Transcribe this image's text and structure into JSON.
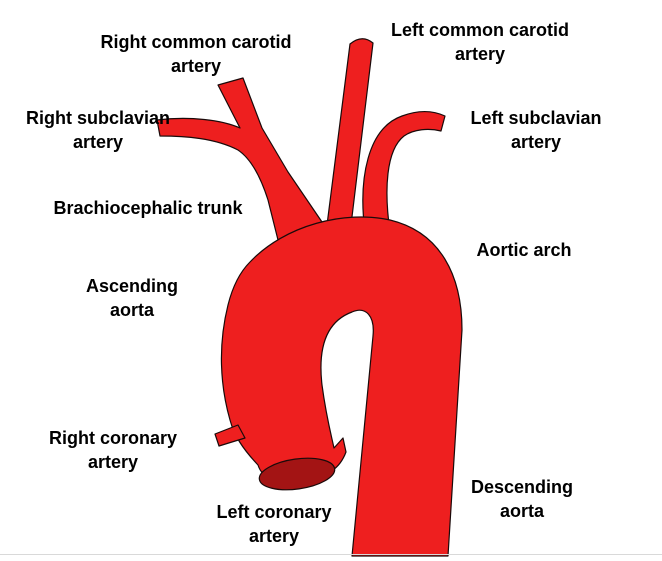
{
  "colors": {
    "vessel_fill": "#ee1f1f",
    "vessel_stroke": "#1a0a0a",
    "opening_fill": "#a31414",
    "label_text": "#000000",
    "background": "#ffffff"
  },
  "labels": {
    "right_common_carotid": {
      "line1": "Right common carotid",
      "line2": "artery"
    },
    "left_common_carotid": {
      "line1": "Left common carotid",
      "line2": "artery"
    },
    "right_subclavian": {
      "line1": "Right subclavian",
      "line2": "artery"
    },
    "left_subclavian": {
      "line1": "Left subclavian",
      "line2": "artery"
    },
    "brachiocephalic_trunk": {
      "line1": "Brachiocephalic trunk"
    },
    "aortic_arch": {
      "line1": "Aortic arch"
    },
    "ascending_aorta": {
      "line1": "Ascending",
      "line2": "aorta"
    },
    "right_coronary": {
      "line1": "Right coronary",
      "line2": "artery"
    },
    "left_coronary": {
      "line1": "Left coronary",
      "line2": "artery"
    },
    "descending_aorta": {
      "line1": "Descending",
      "line2": "aorta"
    }
  }
}
